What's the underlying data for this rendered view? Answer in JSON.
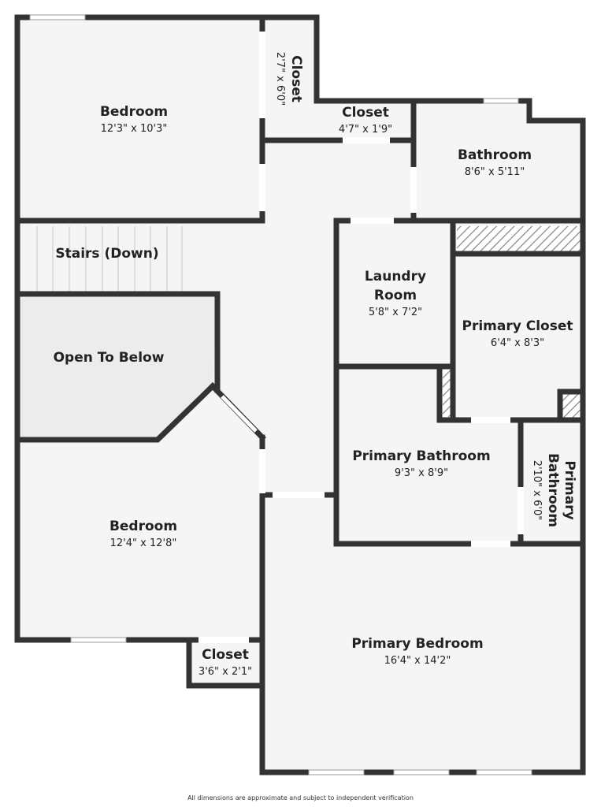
{
  "colors": {
    "wall": "#333333",
    "floor": "#f5f5f5",
    "open_to_below": "#ececec",
    "window": "#ffffff",
    "hatch": "#888888"
  },
  "rooms": {
    "bedroom_nw": {
      "name": "Bedroom",
      "dims": "12'3\" x 10'3\""
    },
    "closet_n": {
      "name": "Closet",
      "dims": "2'7\" x 6'0\""
    },
    "closet_hall": {
      "name": "Closet",
      "dims": "4'7\" x 1'9\""
    },
    "bathroom": {
      "name": "Bathroom",
      "dims": "8'6\" x 5'11\""
    },
    "stairs": {
      "name": "Stairs (Down)"
    },
    "laundry": {
      "name_line1": "Laundry",
      "name_line2": "Room",
      "dims": "5'8\" x 7'2\""
    },
    "primary_closet": {
      "name": "Primary Closet",
      "dims": "6'4\" x 8'3\""
    },
    "open_to_below": {
      "name": "Open To Below"
    },
    "primary_bathroom": {
      "name": "Primary Bathroom",
      "dims": "9'3\" x 8'9\""
    },
    "primary_wc": {
      "name_line1": "Primary",
      "name_line2": "Bathroom",
      "dims": "2'10\" x 6'0\""
    },
    "bedroom_sw": {
      "name": "Bedroom",
      "dims": "12'4\" x 12'8\""
    },
    "closet_s": {
      "name": "Closet",
      "dims": "3'6\" x 2'1\""
    },
    "primary_bedroom": {
      "name": "Primary Bedroom",
      "dims": "16'4\" x 14'2\""
    }
  },
  "footer": {
    "disclaimer": "All dimensions are approximate and subject to independent verification"
  }
}
